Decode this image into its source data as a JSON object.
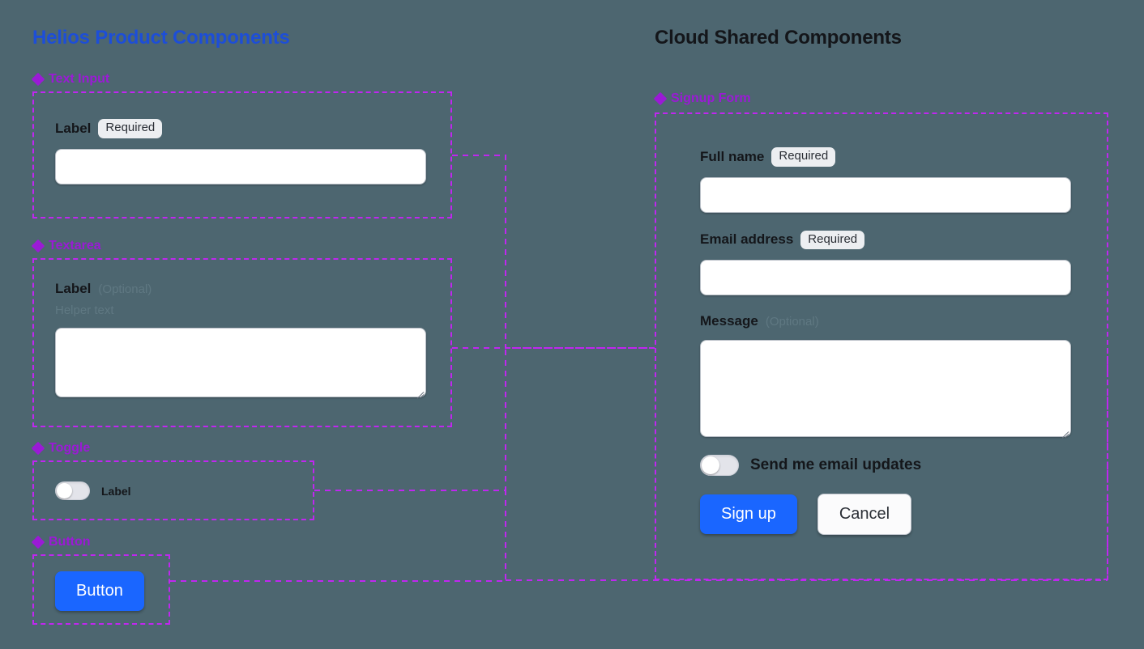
{
  "page": {
    "background_color": "#4d6670",
    "accent_dashed_color": "#c026f0",
    "primary_button_color": "#1a66ff"
  },
  "left_column": {
    "title": "Helios Product Components",
    "title_color": "#1d4ed8",
    "sections": [
      {
        "label": "Text Input",
        "icon": "diamond-cluster-icon",
        "field": {
          "label": "Label",
          "badge": "Required",
          "control": "text-input",
          "value": "",
          "placeholder": ""
        }
      },
      {
        "label": "Textarea",
        "icon": "diamond-cluster-icon",
        "field": {
          "label": "Label",
          "optional": "(Optional)",
          "helper": "Helper text",
          "control": "textarea",
          "value": "",
          "placeholder": ""
        }
      },
      {
        "label": "Toggle",
        "icon": "diamond-cluster-icon",
        "field": {
          "label": "Label",
          "control": "toggle",
          "state": "off"
        }
      },
      {
        "label": "Button",
        "icon": "diamond-cluster-icon",
        "field": {
          "label": "Button",
          "control": "button"
        }
      }
    ]
  },
  "right_column": {
    "title": "Cloud Shared Components",
    "title_color": "#14161a",
    "section": {
      "label": "Signup Form",
      "icon": "diamond-cluster-icon"
    },
    "form": {
      "fields": [
        {
          "label": "Full name",
          "badge": "Required",
          "control": "text-input",
          "value": "",
          "placeholder": ""
        },
        {
          "label": "Email address",
          "badge": "Required",
          "control": "text-input",
          "value": "",
          "placeholder": ""
        },
        {
          "label": "Message",
          "optional": "(Optional)",
          "control": "textarea",
          "value": "",
          "placeholder": ""
        }
      ],
      "toggle": {
        "label": "Send me email updates",
        "state": "off"
      },
      "actions": {
        "submit": "Sign up",
        "cancel": "Cancel"
      }
    }
  }
}
